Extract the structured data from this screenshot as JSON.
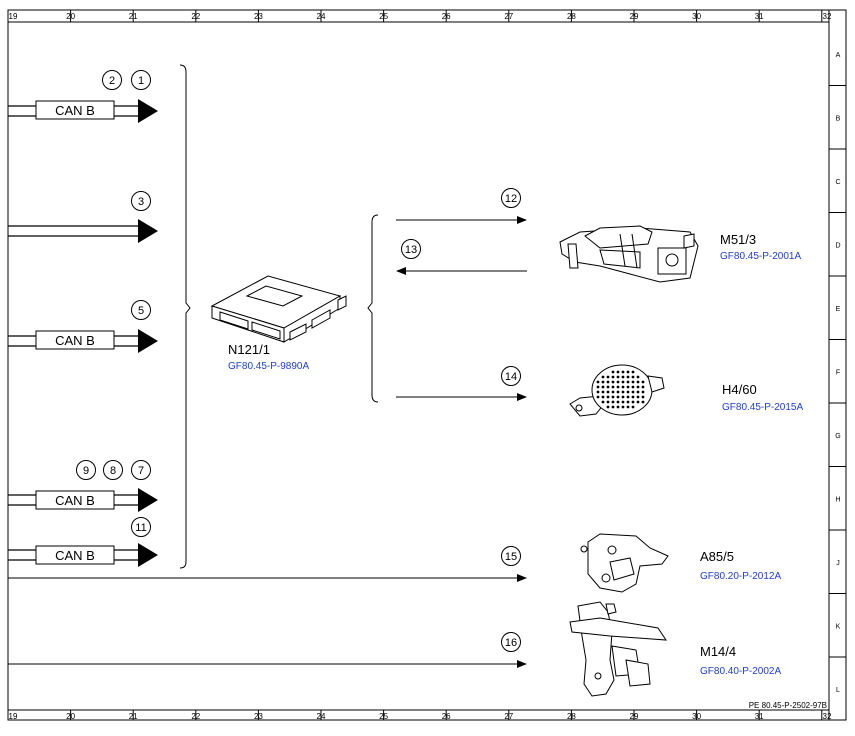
{
  "frame": {
    "columns": [
      "19",
      "20",
      "21",
      "22",
      "23",
      "24",
      "25",
      "26",
      "27",
      "28",
      "29",
      "30",
      "31",
      "32"
    ],
    "rows": [
      "A",
      "B",
      "C",
      "D",
      "E",
      "F",
      "G",
      "H",
      "J",
      "K",
      "L"
    ]
  },
  "buses": [
    {
      "id": "bus-1",
      "label": "CAN B",
      "callouts": [
        "2",
        "1"
      ]
    },
    {
      "id": "bus-2",
      "label": "",
      "callouts": [
        "3"
      ]
    },
    {
      "id": "bus-3",
      "label": "CAN B",
      "callouts": [
        "5"
      ]
    },
    {
      "id": "bus-4",
      "label": "CAN B",
      "callouts": [
        "9",
        "8",
        "7"
      ]
    },
    {
      "id": "bus-5",
      "label": "CAN B",
      "callouts": [
        "11"
      ]
    }
  ],
  "signals": [
    {
      "id": "sig-12",
      "callout": "12",
      "direction": "right"
    },
    {
      "id": "sig-13",
      "callout": "13",
      "direction": "left"
    },
    {
      "id": "sig-14",
      "callout": "14",
      "direction": "right"
    },
    {
      "id": "sig-15",
      "callout": "15",
      "direction": "right"
    },
    {
      "id": "sig-16",
      "callout": "16",
      "direction": "right"
    }
  ],
  "components": {
    "n121": {
      "name": "N121/1",
      "ref": "GF80.45-P-9890A"
    },
    "m51": {
      "name": "M51/3",
      "ref": "GF80.45-P-2001A"
    },
    "h4": {
      "name": "H4/60",
      "ref": "GF80.45-P-2015A"
    },
    "a85": {
      "name": "A85/5",
      "ref": "GF80.20-P-2012A"
    },
    "m14": {
      "name": "M14/4",
      "ref": "GF80.40-P-2002A"
    }
  },
  "footer_ref": "PE 80.45-P-2502-97B"
}
